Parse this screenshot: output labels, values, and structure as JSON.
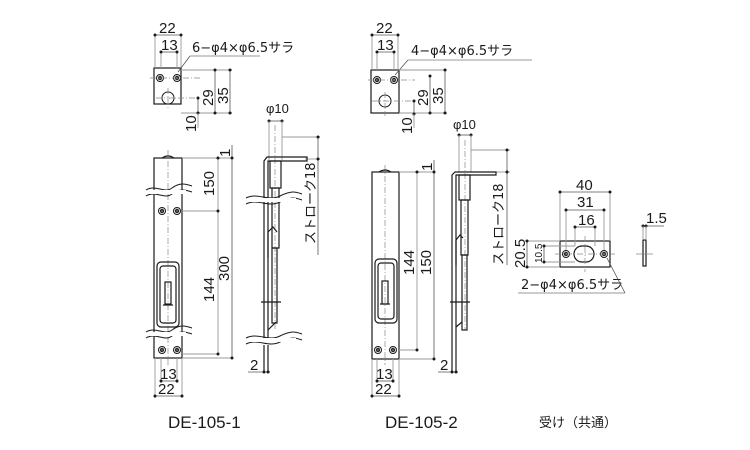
{
  "drawing": {
    "left_part": {
      "title": "DE-105-1",
      "top_view": {
        "width_dim": "22",
        "pitch_dim": "13",
        "hole_note": "6−φ4×φ6.5サラ",
        "dim_29": "29",
        "dim_35": "35",
        "dim_10": "10"
      },
      "front_view": {
        "dim_1": "1",
        "dim_150": "150",
        "dim_300": "300",
        "dim_144": "144",
        "bottom_pitch": "13",
        "bottom_width": "22"
      },
      "side_view": {
        "rod_dia": "φ10",
        "stroke": "ストローク18",
        "thickness": "2"
      }
    },
    "middle_part": {
      "title": "DE-105-2",
      "top_view": {
        "width_dim": "22",
        "pitch_dim": "13",
        "hole_note": "4−φ4×φ6.5サラ",
        "dim_29": "29",
        "dim_35": "35",
        "dim_10": "10"
      },
      "front_view": {
        "dim_1": "1",
        "dim_144": "144",
        "dim_150": "150",
        "bottom_pitch": "13",
        "bottom_width": "22"
      },
      "side_view": {
        "rod_dia": "φ10",
        "stroke": "ストローク18",
        "thickness": "2"
      }
    },
    "right_part": {
      "title": "受け（共通）",
      "plate": {
        "dim_40": "40",
        "dim_31": "31",
        "dim_16": "16",
        "dim_20_5": "20.5",
        "dim_10_5": "10.5",
        "hole_note": "2−φ4×φ6.5サラ",
        "thickness": "1.5"
      }
    }
  }
}
